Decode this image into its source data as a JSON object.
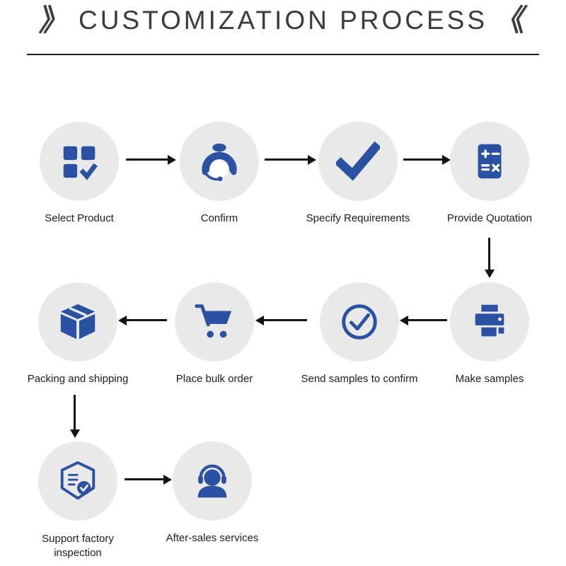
{
  "title": {
    "left_mark": "》",
    "text": "CUSTOMIZATION PROCESS",
    "right_mark": "《"
  },
  "steps": [
    {
      "label": "Select Product",
      "icon": "select-product-icon"
    },
    {
      "label": "Confirm",
      "icon": "customer-service-icon"
    },
    {
      "label": "Specify Requirements",
      "icon": "checkmark-icon"
    },
    {
      "label": "Provide Quotation",
      "icon": "calculator-icon"
    },
    {
      "label": "Make samples",
      "icon": "printer-icon"
    },
    {
      "label": "Send samples to confirm",
      "icon": "check-circle-icon"
    },
    {
      "label": "Place bulk order",
      "icon": "shopping-cart-icon"
    },
    {
      "label": "Packing and shipping",
      "icon": "package-box-icon"
    },
    {
      "label": "Support factory inspection",
      "icon": "factory-inspection-icon"
    },
    {
      "label": "After-sales services",
      "icon": "headset-support-icon"
    }
  ],
  "colors": {
    "icon_blue": "#2b52a2",
    "circle_bg": "#e9e9e9",
    "arrow": "#141414",
    "title": "#3c3c3c"
  }
}
